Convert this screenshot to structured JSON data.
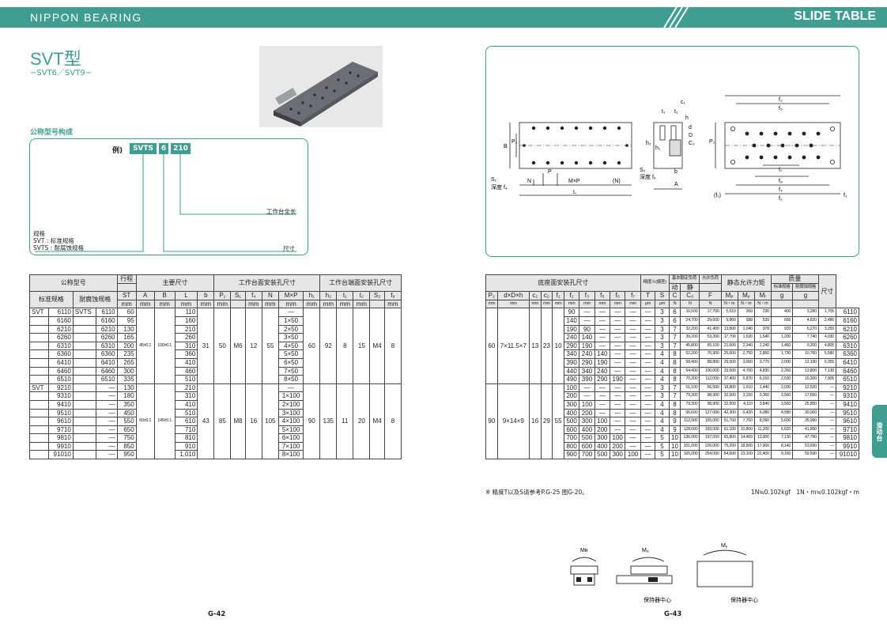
{
  "header": {
    "brand": "NIPPON BEARING",
    "section": "SLIDE TABLE"
  },
  "model": {
    "title": "SVT型",
    "subtitle": "−SVT6／SVT9−"
  },
  "config": {
    "heading": "公称型号构成",
    "example_label": "例)",
    "code": [
      "SVTS",
      "6",
      "210"
    ],
    "stroke_label": "工作台全长",
    "spec_label": "规格",
    "spec_svt": "SVT : 标准规格",
    "spec_svts": "SVTS : 耐腐蚀规格",
    "size_label": "尺寸"
  },
  "left_table": {
    "h_model": "公称型号",
    "h_std": "标准规格",
    "h_cor": "耐腐蚀规格",
    "h_stroke": "行程",
    "h_main": "主要尺寸",
    "h_mount": "工作台面安装孔尺寸",
    "h_end": "工作台端面安装孔尺寸",
    "cols": [
      "ST",
      "A",
      "B",
      "L",
      "b",
      "P₁",
      "S₁",
      "f₄",
      "N",
      "M×P",
      "h₁",
      "h₂",
      "t₁",
      "t₂",
      "S₂",
      "f₉"
    ],
    "units": [
      "mm",
      "mm",
      "mm",
      "mm",
      "mm",
      "mm",
      "",
      "mm",
      "mm",
      "mm",
      "mm",
      "mm",
      "mm",
      "mm",
      "",
      "mm"
    ],
    "g6": {
      "A": "45±0.1",
      "B": "100±0.1",
      "b": "31",
      "P1": "50",
      "S1": "M6",
      "f4": "12",
      "N": "55",
      "h1": "60",
      "h2": "92",
      "t1": "8",
      "t2": "15",
      "S2": "M4",
      "f9": "8"
    },
    "g9": {
      "A": "60±0.1",
      "B": "145±0.1",
      "b": "43",
      "P1": "85",
      "S1": "M8",
      "f4": "16",
      "N": "105",
      "h1": "90",
      "h2": "135",
      "t1": "11",
      "t2": "20",
      "S2": "M4",
      "f9": "8"
    },
    "rows6": [
      [
        "SVT",
        "6110",
        "SVTS",
        "6110",
        "60",
        "110",
        "—"
      ],
      [
        "",
        "6160",
        "",
        "6160",
        "95",
        "160",
        "1×50"
      ],
      [
        "",
        "6210",
        "",
        "6210",
        "130",
        "210",
        "2×50"
      ],
      [
        "",
        "6260",
        "",
        "6260",
        "165",
        "260",
        "3×50"
      ],
      [
        "",
        "6310",
        "",
        "6310",
        "200",
        "310",
        "4×50"
      ],
      [
        "",
        "6360",
        "",
        "6360",
        "235",
        "360",
        "5×50"
      ],
      [
        "",
        "6410",
        "",
        "6410",
        "265",
        "410",
        "6×50"
      ],
      [
        "",
        "6460",
        "",
        "6460",
        "300",
        "460",
        "7×50"
      ],
      [
        "",
        "6510",
        "",
        "6510",
        "335",
        "510",
        "8×50"
      ]
    ],
    "rows9": [
      [
        "SVT",
        "9210",
        "",
        "—",
        "130",
        "210",
        "—"
      ],
      [
        "",
        "9310",
        "",
        "—",
        "180",
        "310",
        "1×100"
      ],
      [
        "",
        "9410",
        "",
        "—",
        "350",
        "410",
        "2×100"
      ],
      [
        "",
        "9510",
        "",
        "—",
        "450",
        "510",
        "3×100"
      ],
      [
        "",
        "9610",
        "",
        "—",
        "550",
        "610",
        "4×100"
      ],
      [
        "",
        "9710",
        "",
        "—",
        "650",
        "710",
        "5×100"
      ],
      [
        "",
        "9810",
        "",
        "—",
        "750",
        "810",
        "6×100"
      ],
      [
        "",
        "9910",
        "",
        "—",
        "850",
        "910",
        "7×100"
      ],
      [
        "",
        "91010",
        "",
        "—",
        "950",
        "1,010",
        "8×100"
      ]
    ]
  },
  "right_table": {
    "h_base": "底座面安装孔尺寸",
    "h_acc": "精度※(偏差)",
    "h_load": "基本额定负荷",
    "h_dyn": "动",
    "h_sta": "静",
    "h_allow": "允许负荷",
    "h_mom": "静态允许力矩",
    "h_mass": "质量",
    "h_std": "标准规格",
    "h_cor": "耐腐蚀规格",
    "h_size": "尺寸",
    "cols": [
      "P₂",
      "d×D×h",
      "c₁",
      "c₂",
      "f₁",
      "f₂",
      "f₃",
      "f₅",
      "f₆",
      "f₇",
      "T",
      "S",
      "C",
      "C₀",
      "F",
      "Mₚ",
      "Mᵧ",
      "Mᵣ",
      "g",
      "g"
    ],
    "units": [
      "mm",
      "mm",
      "mm",
      "mm",
      "mm",
      "mm",
      "mm",
      "mm",
      "mm",
      "mm",
      "μm",
      "μm",
      "N",
      "N",
      "N",
      "N・m",
      "N・m",
      "N・m",
      "",
      ""
    ],
    "g6": {
      "P2": "60",
      "dDh": "7×11.5×7",
      "c1": "13",
      "c2": "23",
      "f1": "10"
    },
    "g9": {
      "P2": "90",
      "dDh": "9×14×9",
      "c1": "16",
      "c2": "29",
      "f1": "55"
    },
    "rows6": [
      [
        "90",
        "—",
        "—",
        "—",
        "—",
        "—",
        "3",
        "6",
        "16,500",
        "17,700",
        "5,910",
        "260",
        "230",
        "400",
        "3,280",
        "1,705",
        "6110"
      ],
      [
        "140",
        "—",
        "—",
        "—",
        "—",
        "—",
        "3",
        "6",
        "24,700",
        "29,600",
        "9,860",
        "588",
        "539",
        "666",
        "4,820",
        "2,480",
        "6160"
      ],
      [
        "190",
        "90",
        "—",
        "—",
        "—",
        "—",
        "3",
        "7",
        "32,200",
        "41,400",
        "13,800",
        "1,040",
        "978",
        "933",
        "6,270",
        "3,255",
        "6210"
      ],
      [
        "240",
        "140",
        "—",
        "—",
        "—",
        "—",
        "3",
        "7",
        "39,200",
        "53,200",
        "17,700",
        "1,630",
        "1,540",
        "1,200",
        "7,740",
        "4,030",
        "6260"
      ],
      [
        "290",
        "190",
        "—",
        "—",
        "—",
        "—",
        "3",
        "7",
        "45,800",
        "65,100",
        "21,600",
        "2,340",
        "2,240",
        "1,460",
        "9,200",
        "4,805",
        "6310"
      ],
      [
        "340",
        "240",
        "140",
        "—",
        "—",
        "—",
        "4",
        "8",
        "52,200",
        "76,900",
        "25,600",
        "2,750",
        "2,850",
        "1,730",
        "10,760",
        "5,580",
        "6360"
      ],
      [
        "390",
        "290",
        "190",
        "—",
        "—",
        "—",
        "4",
        "8",
        "58,400",
        "88,800",
        "29,500",
        "3,660",
        "3,770",
        "2,000",
        "12,190",
        "6,355",
        "6410"
      ],
      [
        "440",
        "340",
        "240",
        "—",
        "—",
        "—",
        "4",
        "8",
        "64,400",
        "100,000",
        "33,500",
        "4,700",
        "4,830",
        "2,260",
        "13,800",
        "7,130",
        "6460"
      ],
      [
        "490",
        "390",
        "290",
        "190",
        "—",
        "—",
        "4",
        "8",
        "70,200",
        "112,000",
        "37,400",
        "5,870",
        "6,010",
        "2,530",
        "15,300",
        "7,905",
        "6510"
      ]
    ],
    "rows9": [
      [
        "100",
        "—",
        "—",
        "—",
        "—",
        "—",
        "3",
        "7",
        "51,100",
        "56,500",
        "18,800",
        "1,610",
        "1,440",
        "2,030",
        "12,520",
        "—",
        "9210"
      ],
      [
        "200",
        "—",
        "—",
        "—",
        "—",
        "—",
        "3",
        "7",
        "79,300",
        "98,900",
        "32,900",
        "3,150",
        "3,360",
        "3,560",
        "17,650",
        "—",
        "9310"
      ],
      [
        "300",
        "100",
        "—",
        "—",
        "—",
        "—",
        "4",
        "8",
        "79,300",
        "98,900",
        "32,900",
        "4,110",
        "3,840",
        "3,560",
        "25,850",
        "—",
        "9410"
      ],
      [
        "400",
        "200",
        "—",
        "—",
        "—",
        "—",
        "4",
        "8",
        "96,600",
        "127,000",
        "42,300",
        "6,420",
        "6,080",
        "4,580",
        "30,000",
        "—",
        "9510"
      ],
      [
        "500",
        "300",
        "100",
        "—",
        "—",
        "—",
        "4",
        "9",
        "112,000",
        "155,000",
        "51,700",
        "7,760",
        "8,090",
        "5,600",
        "35,990",
        "—",
        "9610"
      ],
      [
        "600",
        "400",
        "200",
        "—",
        "—",
        "—",
        "4",
        "9",
        "128,000",
        "183,000",
        "61,100",
        "10,800",
        "11,200",
        "6,620",
        "41,890",
        "—",
        "9710"
      ],
      [
        "700",
        "500",
        "300",
        "100",
        "—",
        "—",
        "5",
        "10",
        "136,000",
        "197,000",
        "65,800",
        "14,400",
        "13,900",
        "7,130",
        "47,790",
        "—",
        "9810"
      ],
      [
        "800",
        "600",
        "400",
        "200",
        "—",
        "—",
        "5",
        "10",
        "151,000",
        "226,000",
        "75,200",
        "18,500",
        "17,900",
        "8,140",
        "53,690",
        "—",
        "9910"
      ],
      [
        "900",
        "700",
        "500",
        "300",
        "100",
        "—",
        "5",
        "10",
        "165,000",
        "254,000",
        "84,600",
        "23,100",
        "22,400",
        "9,160",
        "59,590",
        "—",
        "91010"
      ]
    ]
  },
  "notes": {
    "accuracy": "※ 精度T以及S请参考P.G-25 图G-20。",
    "units": "1N≒0.102kgf　1N・m≒0.102kgf・m"
  },
  "moments": {
    "mr": "Mʀ",
    "mp": "Mₚ",
    "my": "Mᵧ",
    "center1": "保持器中心",
    "center2": "保持器中心"
  },
  "diagram_labels": {
    "B": "B",
    "P1": "P₁",
    "S1": "S₁",
    "f4": "深度 f₄",
    "N": "N",
    "P": "P",
    "MxP": "M×P",
    "Nr": "(N)",
    "L": "L",
    "S2": "S₂",
    "f9": "深度 f₉",
    "b": "b",
    "A": "A",
    "h2": "h₂",
    "h1": "h₁",
    "c1": "c₁",
    "t1": "t₁",
    "t2": "t₂",
    "h": "h",
    "d": "d",
    "D": "D",
    "C2": "C₂",
    "f3": "f₃",
    "f5": "f₅",
    "f7": "f₇",
    "f6": "f₆",
    "f4b": "f₄",
    "f2": "f₂",
    "f1a": "(f₁)",
    "f1b": "f₁",
    "P2": "P₂"
  },
  "side_tab": "滑动台",
  "pages": {
    "left": "G-42",
    "right": "G-43"
  }
}
